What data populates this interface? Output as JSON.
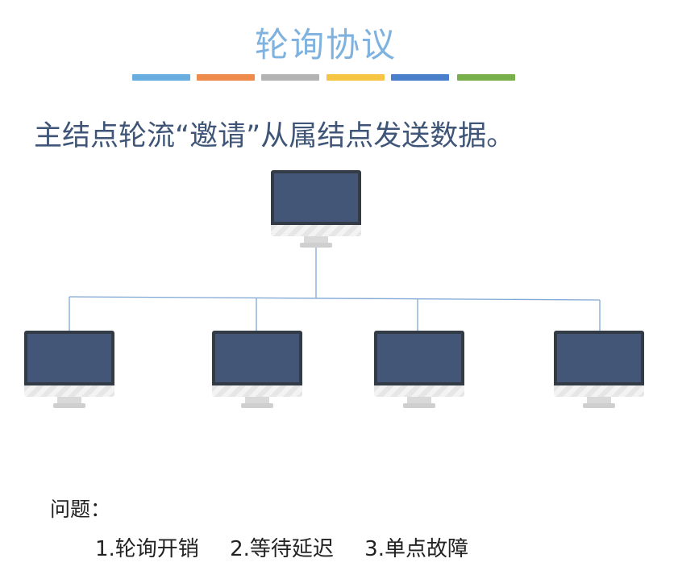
{
  "title": "轮询协议",
  "title_color": "#7fb2de",
  "color_bars": [
    "#6aaee0",
    "#ed8a4c",
    "#b3b3b3",
    "#f7c544",
    "#4a7fcb",
    "#78b14b"
  ],
  "subtitle": "主结点轮流“邀请”从属结点发送数据。",
  "diagram": {
    "master": {
      "name": "master-computer",
      "icon": "monitor-icon"
    },
    "slaves": [
      {
        "name": "slave-computer-1",
        "icon": "monitor-icon"
      },
      {
        "name": "slave-computer-2",
        "icon": "monitor-icon"
      },
      {
        "name": "slave-computer-3",
        "icon": "monitor-icon"
      },
      {
        "name": "slave-computer-4",
        "icon": "monitor-icon"
      }
    ],
    "screen_color": "#435677",
    "wire_color": "#7fa7d4"
  },
  "problems": {
    "label": "问题：",
    "items": [
      "1.轮询开销",
      "2.等待延迟",
      "3.单点故障"
    ]
  }
}
